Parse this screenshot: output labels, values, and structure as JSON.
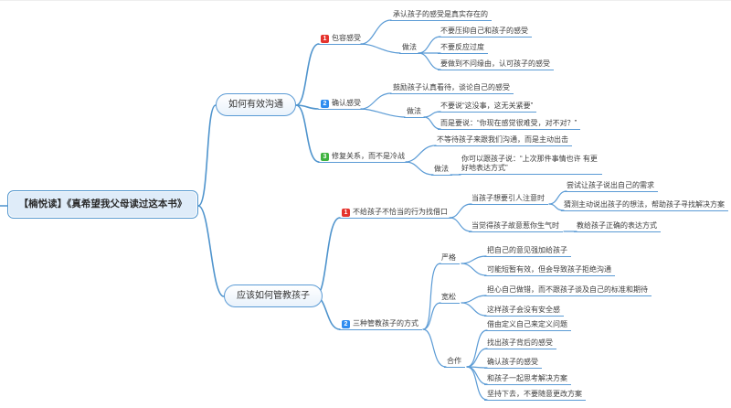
{
  "colors": {
    "line": "#5b9bd5",
    "line_main": "#4f94cd",
    "badge_red": "#e5332d",
    "badge_blue": "#2d8cf0",
    "badge_green": "#3fb33f",
    "root_fill": "#dfecf9",
    "root_border": "#4f94cd"
  },
  "nodes": {
    "root": {
      "text": "【楠悦读】《真希望我父母读过这本书》"
    },
    "b1": {
      "text": "如何有效沟通"
    },
    "b2": {
      "text": "应该如何管教孩子"
    },
    "t1": {
      "badge": "1",
      "text": "包容感受"
    },
    "t2": {
      "badge": "2",
      "text": "确认感受"
    },
    "t3": {
      "badge": "3",
      "text": "修复关系，而不是冷战"
    },
    "c1_main": {
      "text": "承认孩子的感受是真实存在的"
    },
    "c1_how": {
      "text": "做法"
    },
    "c1_h1": {
      "text": "不要压抑自己和孩子的感受"
    },
    "c1_h2": {
      "text": "不要反应过度"
    },
    "c1_h3": {
      "text": "要做到不问缘由，认可孩子的感受"
    },
    "c2_main": {
      "text": "鼓励孩子认真看待，谈论自己的感受"
    },
    "c2_how": {
      "text": "做法"
    },
    "c2_h1": {
      "text": "不要说“这没事，这无关紧要”"
    },
    "c2_h2": {
      "text": "而是要说：“你现在感觉很难受，对不对？”"
    },
    "c3_main": {
      "text": "不等待孩子来跟我们沟通，而是主动出击"
    },
    "c3_how": {
      "text": "做法"
    },
    "c3_h1": {
      "line1": "你可以跟孩子说：“上次那件事情也许",
      "line2": "有更好地表达方式”"
    },
    "d1": {
      "badge": "1",
      "text": "不给孩子不恰当的行为找借口"
    },
    "d1a": {
      "text": "当孩子想要引人注意时"
    },
    "d1a1": {
      "text": "尝试让孩子说出自己的需求"
    },
    "d1a2": {
      "text": "猜测主动说出孩子的想法，帮助孩子寻找解决方案"
    },
    "d1b": {
      "text": "当觉得孩子故意惹你生气时"
    },
    "d1b1": {
      "text": "教给孩子正确的表达方式"
    },
    "d2": {
      "badge": "2",
      "text": "三种管教孩子的方式"
    },
    "d2a": {
      "text": "严格"
    },
    "d2a1": {
      "text": "把自己的意见强加给孩子"
    },
    "d2a2": {
      "text": "可能短暂有效，但会导致孩子拒绝沟通"
    },
    "d2b": {
      "text": "宽松"
    },
    "d2b1": {
      "text": "担心自己做错，而不跟孩子谈及自己的标准和期待"
    },
    "d2b2": {
      "text": "这样孩子会没有安全感"
    },
    "d2c": {
      "text": "合作"
    },
    "d2c1": {
      "text": "借由定义自己来定义问题"
    },
    "d2c2": {
      "text": "找出孩子背后的感受"
    },
    "d2c3": {
      "text": "确认孩子的感受"
    },
    "d2c4": {
      "text": "和孩子一起思考解决方案"
    },
    "d2c5": {
      "text": "坚持下去，不要随意更改方案"
    }
  }
}
